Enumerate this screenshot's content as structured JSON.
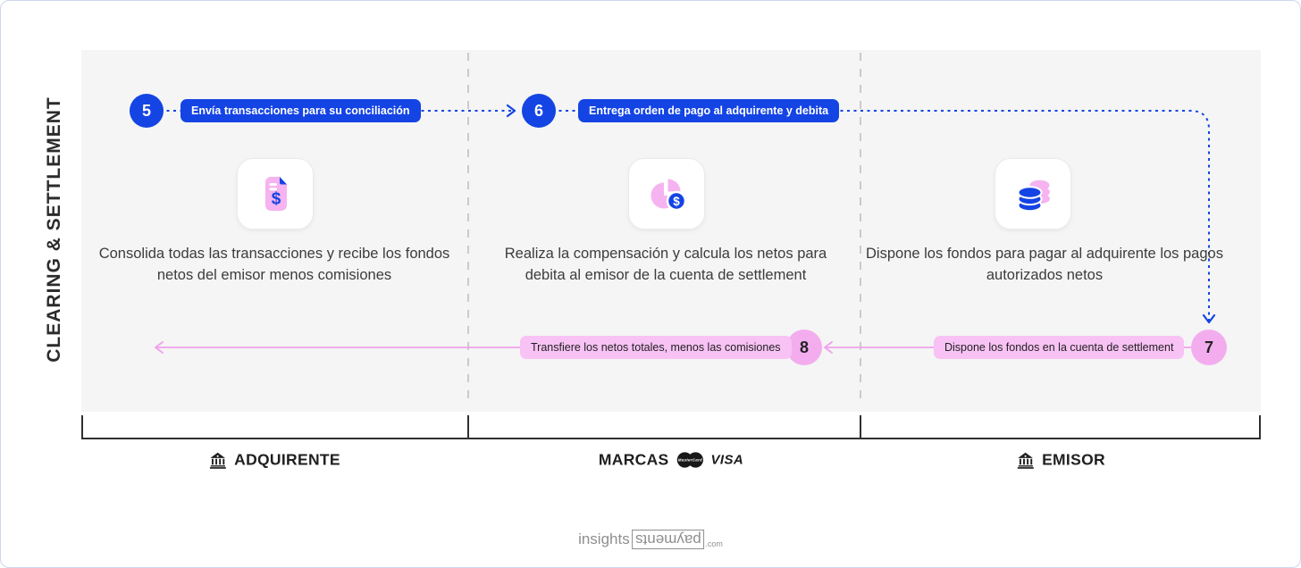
{
  "sidebar": {
    "vertical_label": "CLEARING & SETTLEMENT"
  },
  "flow": {
    "steps": [
      {
        "number": "5",
        "label": "Envía transacciones para su conciliación",
        "style": "blue"
      },
      {
        "number": "6",
        "label": "Entrega orden de pago al adquirente y debita",
        "style": "blue"
      },
      {
        "number": "7",
        "label": "Dispone los fondos en la cuenta de settlement",
        "style": "pink"
      },
      {
        "number": "8",
        "label": "Transfiere los netos totales, menos las comisiones",
        "style": "pink"
      }
    ]
  },
  "columns": [
    {
      "icon": "dollar-document-icon",
      "description": "Consolida todas las transacciones y recibe los fondos netos del emisor menos comisiones"
    },
    {
      "icon": "pie-chart-dollar-icon",
      "description": "Realiza la compensación y calcula los netos para debita al emisor de la cuenta de settlement"
    },
    {
      "icon": "coin-stack-icon",
      "description": "Dispone los fondos para pagar al adquirente los pagos autorizados netos"
    }
  ],
  "axis": {
    "groups": [
      {
        "label": "ADQUIRENTE",
        "icon": "bank-icon"
      },
      {
        "label": "MARCAS",
        "brands": [
          "MasterCard",
          "VISA"
        ]
      },
      {
        "label": "EMISOR",
        "icon": "bank-icon"
      }
    ],
    "mastercard_label": "MasterCard",
    "visa_label": "VISA",
    "dollar_symbol": "$"
  },
  "footer": {
    "logo_left": "insights",
    "logo_boxed": "payments",
    "logo_suffix": ".com"
  },
  "colors": {
    "blue": "#1444e4",
    "pink_circle": "#f3adef",
    "pink_pill": "#f8c2f4",
    "pink_line": "#f2a0ec",
    "icon_pink": "#f5b3f0",
    "panel_bg": "#f4f5f4",
    "axis_ink": "#2f2f2f"
  }
}
